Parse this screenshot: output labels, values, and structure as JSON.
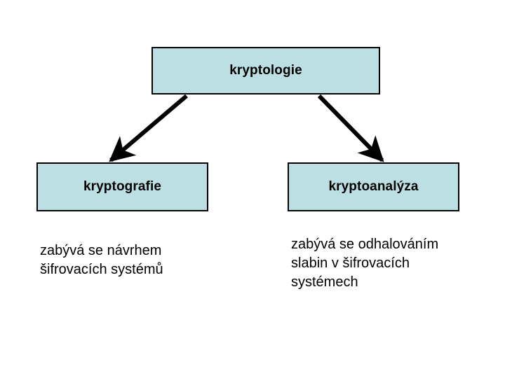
{
  "diagram": {
    "title": "kryptologie",
    "background_color": "#ffffff",
    "node_fill_color": "#bcdfe4",
    "node_border_color": "#000000",
    "edge_color": "#000000",
    "text_color": "#000000",
    "nodes": [
      {
        "id": "kryptologie",
        "label": "kryptologie",
        "role": "root"
      },
      {
        "id": "kryptografie",
        "label": "kryptografie",
        "role": "branch-left"
      },
      {
        "id": "kryptoanalyza",
        "label": "kryptoanalýza",
        "role": "branch-right"
      }
    ],
    "captions": [
      {
        "id": "kryptografie",
        "text": "zabývá se návrhem\nšifrovacích systémů"
      },
      {
        "id": "kryptoanalyza",
        "text": "zabývá se odhalováním\nslabin v šifrovacích\nsystémech"
      }
    ],
    "edges": [
      {
        "id": "edge-kryptologie-kryptografie",
        "from": "kryptologie",
        "to": "kryptografie",
        "style": "solid-arrow"
      },
      {
        "id": "edge-kryptologie-kryptoanalyza",
        "from": "kryptologie",
        "to": "kryptoanalyza",
        "style": "solid-arrow"
      }
    ]
  }
}
